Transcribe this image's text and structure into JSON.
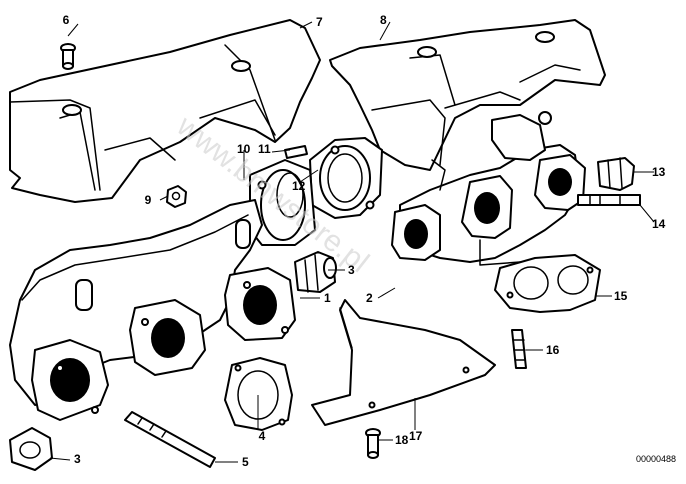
{
  "diagram": {
    "callouts": [
      "1",
      "2",
      "3",
      "3",
      "4",
      "5",
      "6",
      "7",
      "8",
      "9",
      "10",
      "11",
      "12",
      "13",
      "14",
      "15",
      "16",
      "17",
      "18"
    ],
    "document_number": "00000488",
    "watermark": "www.bmwstore.pl"
  }
}
